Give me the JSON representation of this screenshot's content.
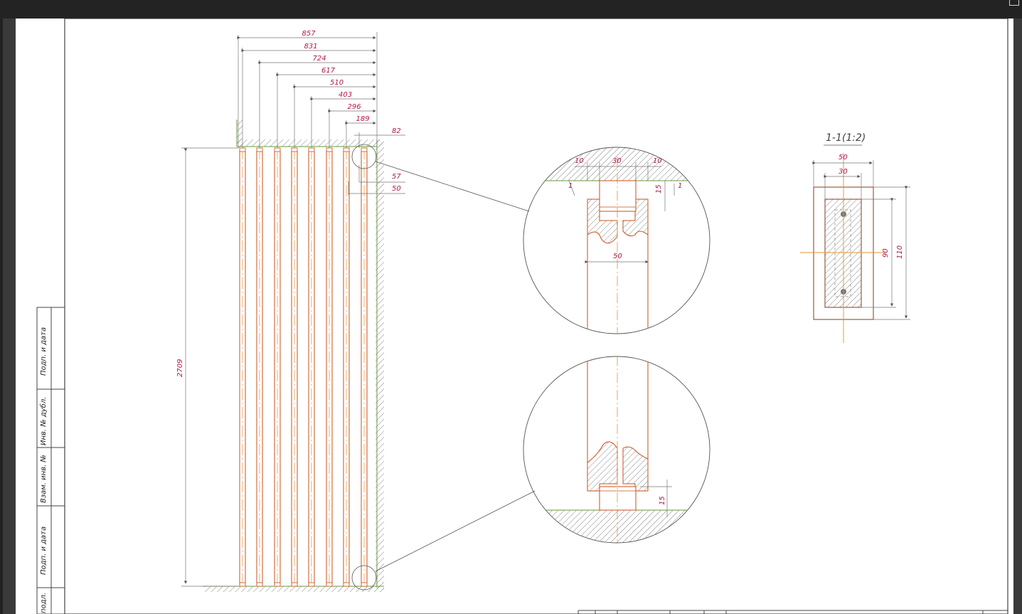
{
  "colors": {
    "dimension": "#b0174a",
    "tube": "#c8501a",
    "axis": "#e8902a",
    "ground": "#6a9a3a",
    "line": "#555555"
  },
  "main_view": {
    "top_dimensions": [
      "857",
      "831",
      "724",
      "617",
      "510",
      "403",
      "296",
      "189",
      "82"
    ],
    "right_dimensions": [
      "57",
      "50"
    ],
    "height_dimension": "2709"
  },
  "detail_top": {
    "dimensions": [
      "10",
      "30",
      "10",
      "15",
      "1",
      "1",
      "50"
    ]
  },
  "detail_bottom": {
    "dimensions": [
      "15"
    ]
  },
  "section": {
    "title": "1-1(1:2)",
    "width_outer": "50",
    "width_inner": "30",
    "height_inner": "90",
    "height_outer": "110"
  },
  "stamp": {
    "labels": [
      "Подп. и дата",
      "Инв. № дубл.",
      "Взам. инв. №",
      "Подп. и дата",
      "подл."
    ]
  }
}
